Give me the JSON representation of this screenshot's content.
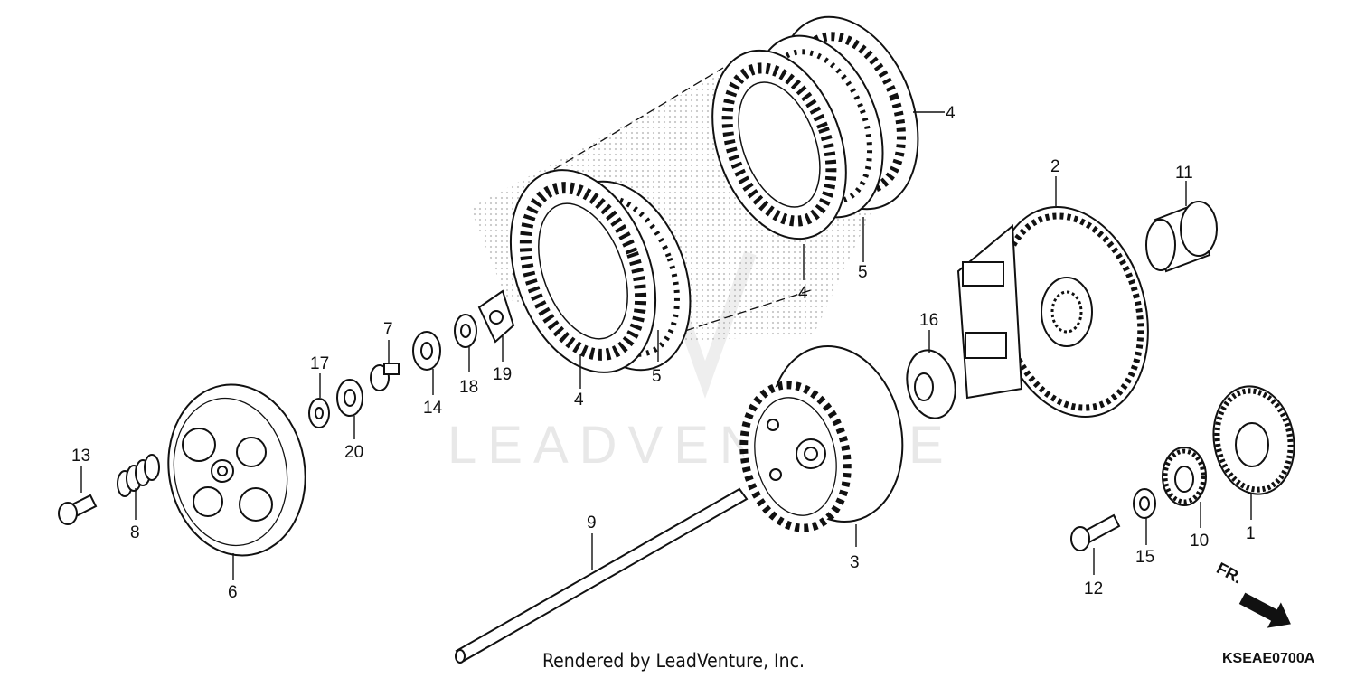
{
  "diagram": {
    "watermark": "LEADVENTURE",
    "footer": "Rendered by LeadVenture, Inc.",
    "code": "KSEAE0700A",
    "direction_label": "FR."
  },
  "callouts": [
    {
      "id": "c1",
      "text": "1"
    },
    {
      "id": "c2",
      "text": "2"
    },
    {
      "id": "c3",
      "text": "3"
    },
    {
      "id": "c4a",
      "text": "4"
    },
    {
      "id": "c4b",
      "text": "4"
    },
    {
      "id": "c4c",
      "text": "4"
    },
    {
      "id": "c5a",
      "text": "5"
    },
    {
      "id": "c5b",
      "text": "5"
    },
    {
      "id": "c6",
      "text": "6"
    },
    {
      "id": "c7",
      "text": "7"
    },
    {
      "id": "c8",
      "text": "8"
    },
    {
      "id": "c9",
      "text": "9"
    },
    {
      "id": "c10",
      "text": "10"
    },
    {
      "id": "c11",
      "text": "11"
    },
    {
      "id": "c12",
      "text": "12"
    },
    {
      "id": "c13",
      "text": "13"
    },
    {
      "id": "c14",
      "text": "14"
    },
    {
      "id": "c15",
      "text": "15"
    },
    {
      "id": "c16",
      "text": "16"
    },
    {
      "id": "c17",
      "text": "17"
    },
    {
      "id": "c18",
      "text": "18"
    },
    {
      "id": "c19",
      "text": "19"
    },
    {
      "id": "c20",
      "text": "20"
    }
  ]
}
